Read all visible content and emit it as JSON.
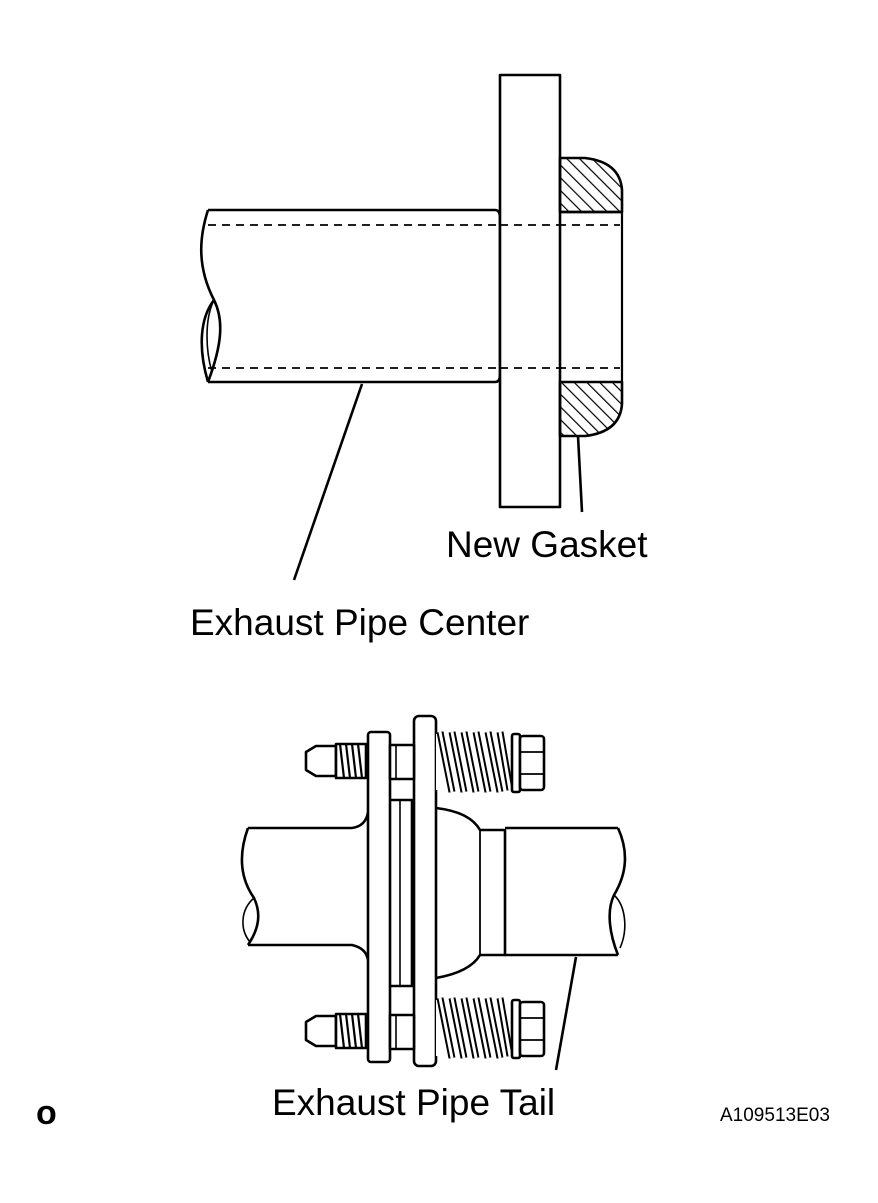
{
  "labels": {
    "new_gasket": "New Gasket",
    "exhaust_pipe_center": "Exhaust Pipe Center",
    "exhaust_pipe_tail": "Exhaust Pipe Tail",
    "corner_mark": "o",
    "figure_code": "A109513E03"
  }
}
